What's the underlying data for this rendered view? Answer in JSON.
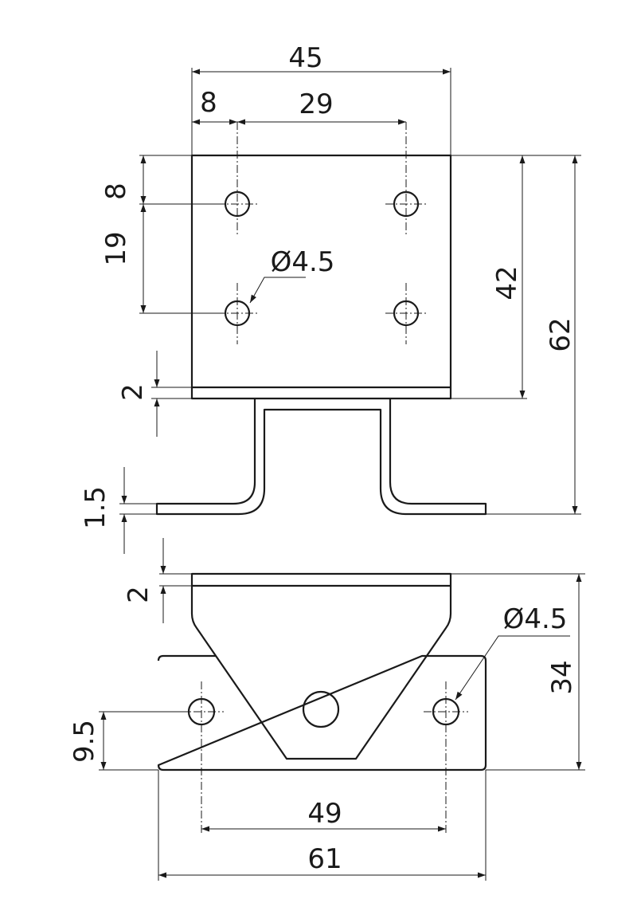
{
  "drawing": {
    "top_view": {
      "overall_width": "45",
      "edge_to_hole": "8",
      "hole_spacing_x": "29",
      "top_to_hole": "8",
      "hole_spacing_y": "19",
      "hole_diameter": "Ø4.5",
      "plate_height": "42",
      "overall_height": "62",
      "plate_thickness": "2",
      "flange_thickness": "1.5"
    },
    "bottom_view": {
      "plate_thickness": "2",
      "hole_diameter": "Ø4.5",
      "overall_depth": "34",
      "hole_offset": "9.5",
      "hole_spacing": "49",
      "overall_width": "61"
    },
    "colors": {
      "line": "#1a1a1a",
      "background": "#ffffff"
    }
  }
}
